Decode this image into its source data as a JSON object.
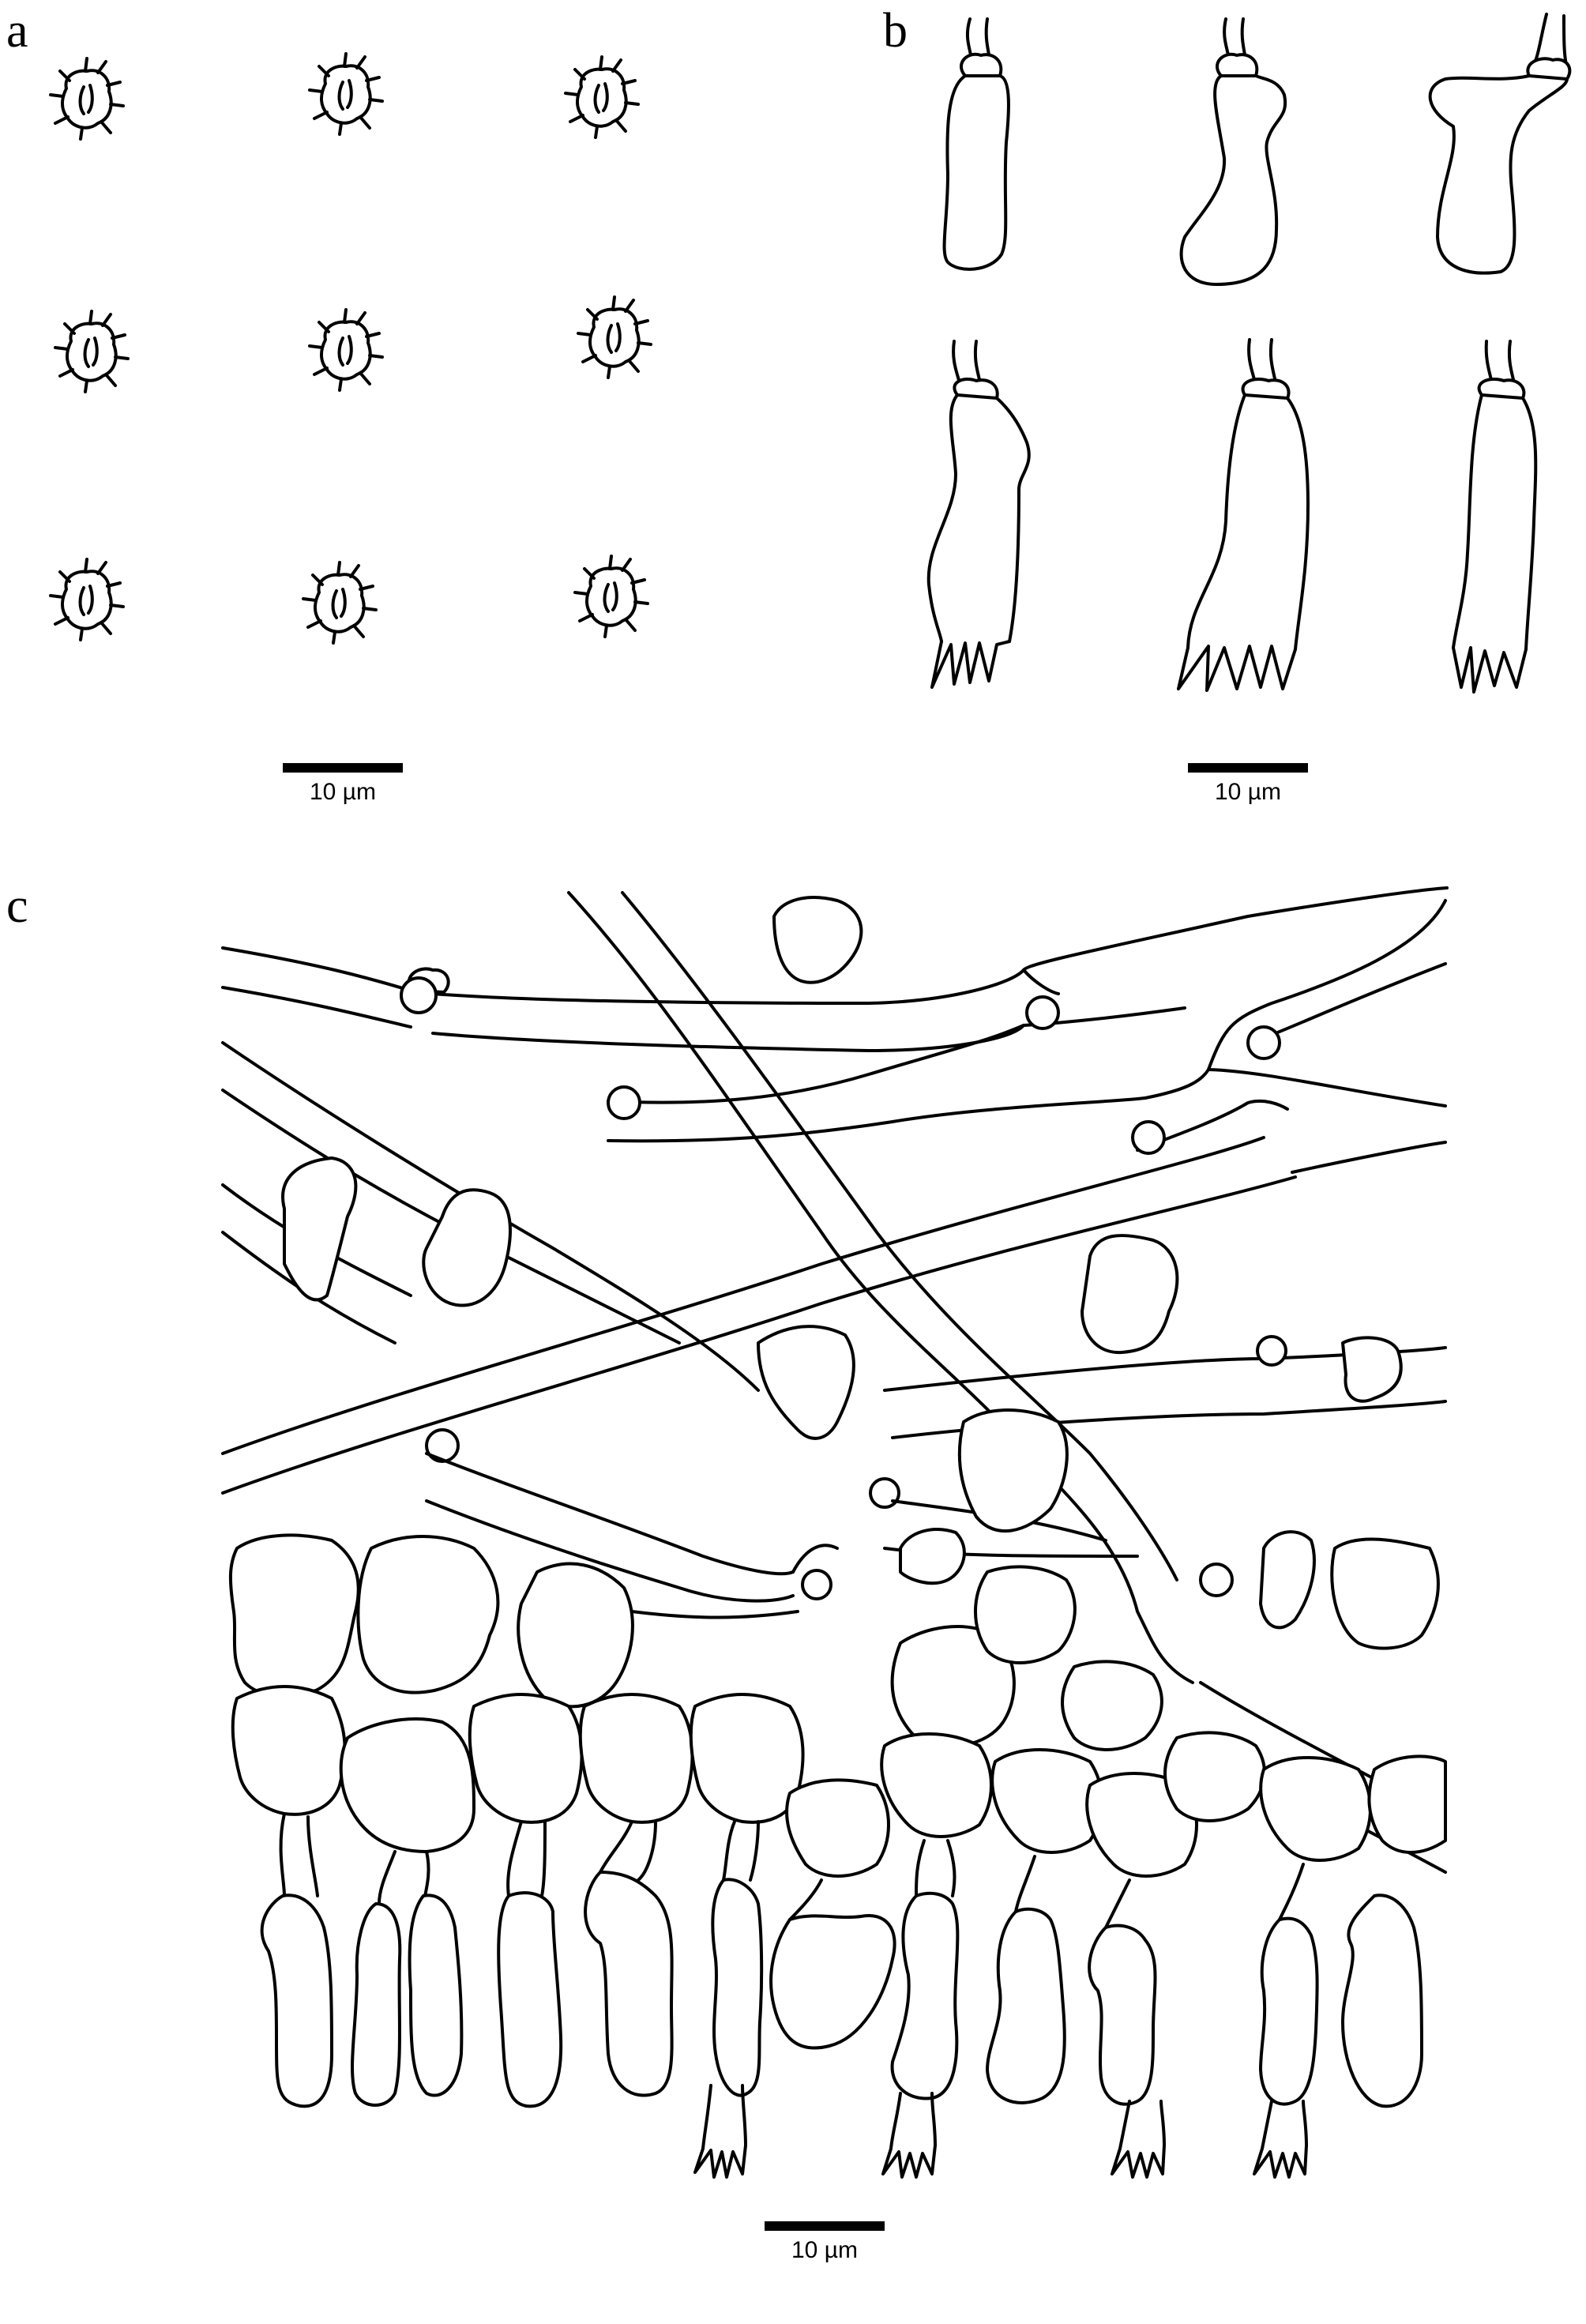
{
  "panels": {
    "a": {
      "label": "a",
      "scale_text": "10 µm"
    },
    "b": {
      "label": "b",
      "scale_text": "10 µm"
    },
    "c": {
      "label": "c",
      "scale_text": "10 µm"
    }
  },
  "drawings": {
    "a": "basidiospores",
    "b": "basidia",
    "c": "hymenium and subhymenium"
  }
}
